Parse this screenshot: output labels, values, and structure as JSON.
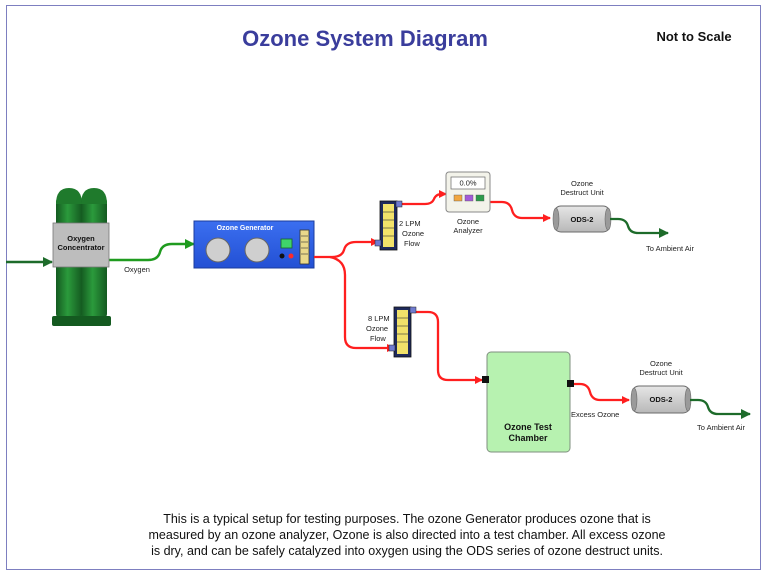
{
  "title": "Ozone System Diagram",
  "scale_note": "Not to Scale",
  "oxygen_concentrator": {
    "label_line1": "Oxygen",
    "label_line2": "Concentrator"
  },
  "oxygen_label": "Oxygen",
  "ozone_generator": {
    "label": "Ozone Generator"
  },
  "flow_meter_top": {
    "line1": "2 LPM",
    "line2": "Ozone",
    "line3": "Flow"
  },
  "flow_meter_bottom": {
    "line1": "8 LPM",
    "line2": "Ozone",
    "line3": "Flow"
  },
  "ozone_analyzer": {
    "display": "0.0%",
    "line1": "Ozone",
    "line2": "Analyzer"
  },
  "ods_top": {
    "label": "ODS-2",
    "caption_line1": "Ozone",
    "caption_line2": "Destruct Unit",
    "outlet": "To Ambient Air"
  },
  "ods_bottom": {
    "label": "ODS-2",
    "caption_line1": "Ozone",
    "caption_line2": "Destruct Unit",
    "outlet": "To Ambient Air"
  },
  "test_chamber": {
    "line1": "Ozone Test",
    "line2": "Chamber"
  },
  "excess_label": "Excess Ozone",
  "caption": {
    "line1": "This is a typical setup for testing purposes.  The ozone Generator produces ozone that is",
    "line2": "measured by an ozone analyzer,  Ozone is also directed into a test chamber.  All excess ozone",
    "line3": "is dry, and can be safely catalyzed into oxygen using the ODS series of ozone destruct units."
  },
  "colors": {
    "title": "#3a3d9c",
    "ozone_line": "#ff1f1f",
    "oxygen_line": "#1f9b1f",
    "generator": "#2e5de8",
    "tank": "#1f7a2c",
    "chamber": "#b7f2b0"
  }
}
